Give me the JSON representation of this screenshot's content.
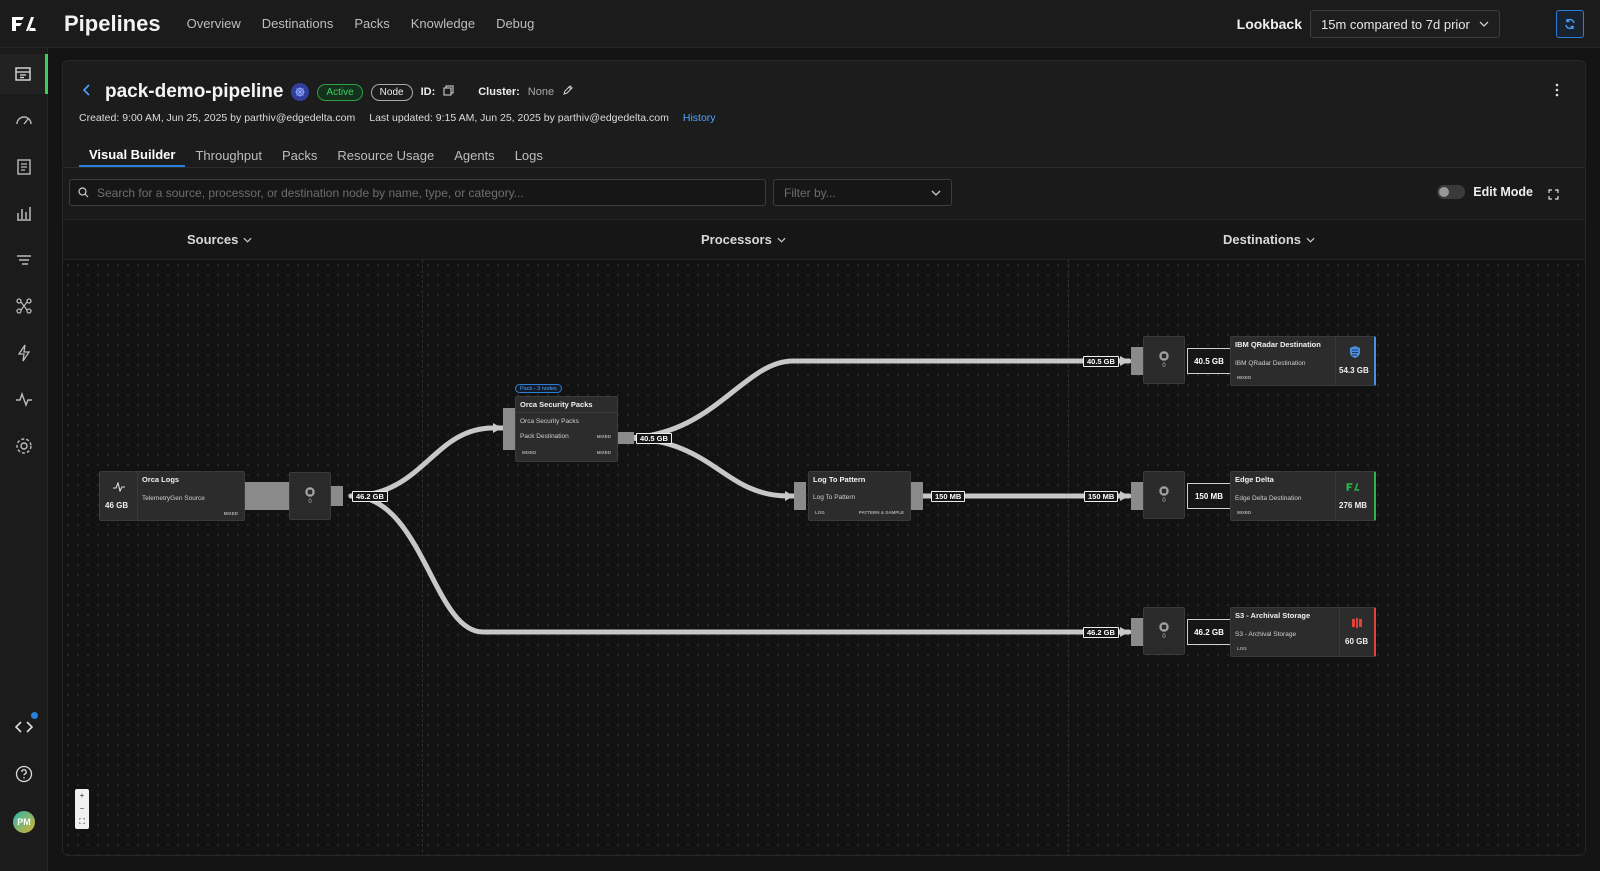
{
  "app": {
    "title": "Pipelines"
  },
  "topnav": [
    "Overview",
    "Destinations",
    "Packs",
    "Knowledge",
    "Debug"
  ],
  "lookback": {
    "label": "Lookback",
    "value": "15m compared to 7d prior"
  },
  "user": {
    "initials": "PM"
  },
  "pipeline": {
    "name": "pack-demo-pipeline",
    "status": "Active",
    "type": "Node",
    "id_label": "ID:",
    "cluster_label": "Cluster:",
    "cluster_value": "None",
    "created": "Created: 9:00 AM, Jun 25, 2025 by parthiv@edgedelta.com",
    "updated": "Last updated: 9:15 AM, Jun 25, 2025 by parthiv@edgedelta.com",
    "history": "History"
  },
  "tabs": [
    "Visual Builder",
    "Throughput",
    "Packs",
    "Resource Usage",
    "Agents",
    "Logs"
  ],
  "toolbar": {
    "search_placeholder": "Search for a source, processor, or destination node by name, type, or category...",
    "filter_placeholder": "Filter by...",
    "edit_mode": "Edit Mode"
  },
  "columns": {
    "sources": "Sources",
    "processors": "Processors",
    "destinations": "Destinations"
  },
  "nodes": {
    "orca_logs": {
      "title": "Orca Logs",
      "sub": "TelemetryGen Source",
      "tag": "MIXED",
      "volume": "46 GB"
    },
    "orca_pack": {
      "badge": "Pack - 3 nodes",
      "title": "Orca Security Packs",
      "sub1": "Orca Security Packs",
      "sub2": "Pack Destination",
      "tag": "MIXED"
    },
    "log_pattern": {
      "title": "Log To Pattern",
      "sub": "Log To Pattern",
      "tag1": "LOG",
      "tag2": "PATTERN & SAMPLE"
    },
    "qradar": {
      "title": "IBM QRadar Destination",
      "sub": "IBM QRadar Destination",
      "tag": "MIXED",
      "volume": "54.3 GB",
      "in": "40.5 GB"
    },
    "edgedelta": {
      "title": "Edge Delta",
      "sub": "Edge Delta Destination",
      "tag": "MIXED",
      "volume": "276 MB",
      "in": "150 MB"
    },
    "s3": {
      "title": "S3 - Archival Storage",
      "sub": "S3 - Archival Storage",
      "tag": "LOG",
      "volume": "60 GB",
      "in": "46.2 GB"
    }
  },
  "chips": {
    "count": "0"
  },
  "edges": {
    "src_out": "46.2 GB",
    "pack_out": "40.5 GB",
    "to_qradar": "40.5 GB",
    "pattern_out": "150 MB",
    "to_edgedelta": "150 MB",
    "to_s3": "46.2 GB"
  },
  "colors": {
    "accent": "#2b7fd6",
    "active": "#3ecf5a",
    "qradar": "#4a90e2",
    "edgedelta": "#2fb34a",
    "s3": "#e0413a"
  }
}
